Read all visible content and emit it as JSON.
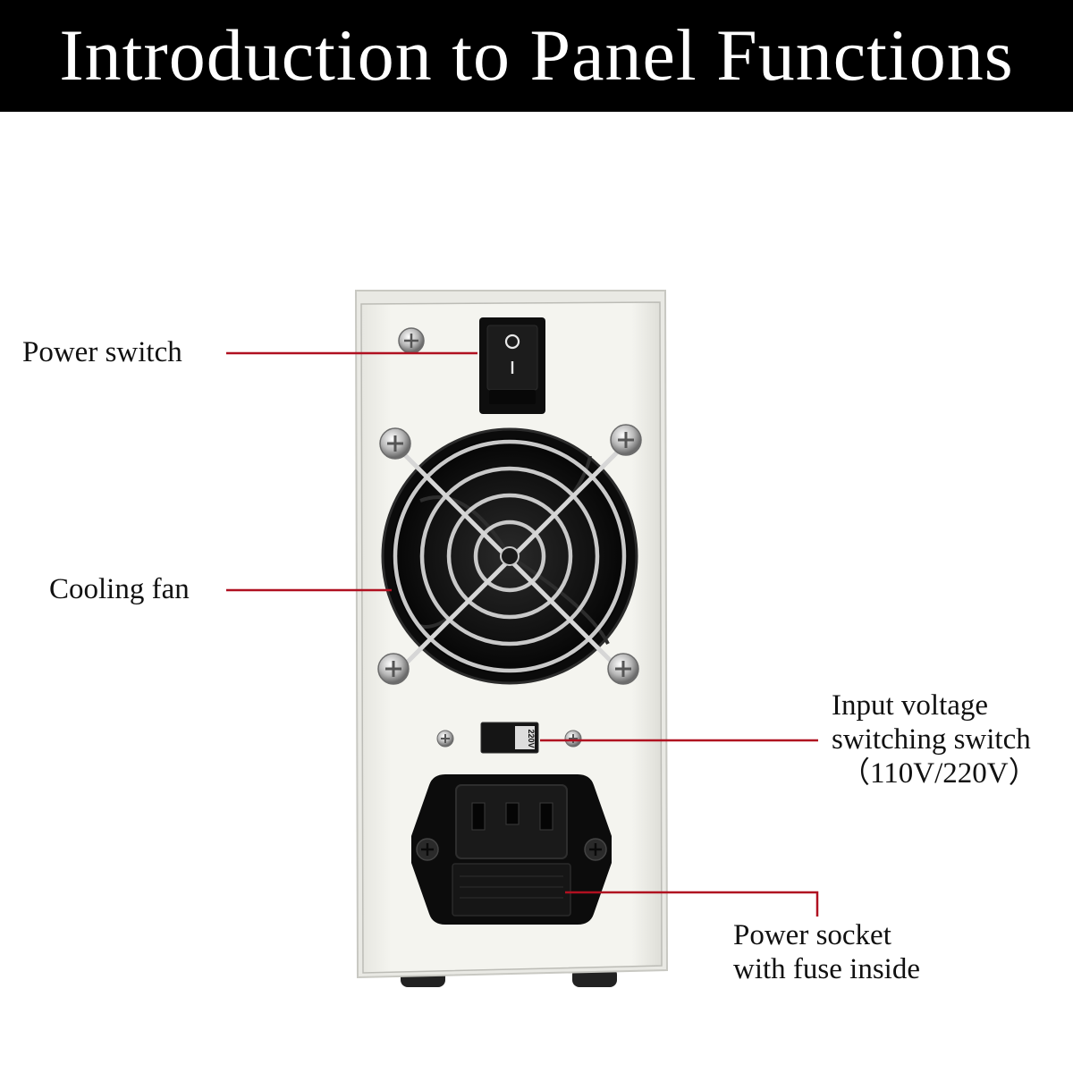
{
  "title": "Introduction to Panel Functions",
  "labels": {
    "power_switch": "Power switch",
    "cooling_fan": "Cooling fan",
    "voltage_switch": [
      "Input voltage",
      "switching switch",
      "（110V/220V）"
    ],
    "power_socket": [
      "Power socket",
      "with fuse inside"
    ]
  },
  "device": {
    "voltage_switch_marking": "220V",
    "rocker_symbols": [
      "O",
      "I"
    ]
  },
  "colors": {
    "banner": "#000000",
    "title_text": "#ffffff",
    "leader_line": "#b01020",
    "panel": "#f2f2ec"
  }
}
